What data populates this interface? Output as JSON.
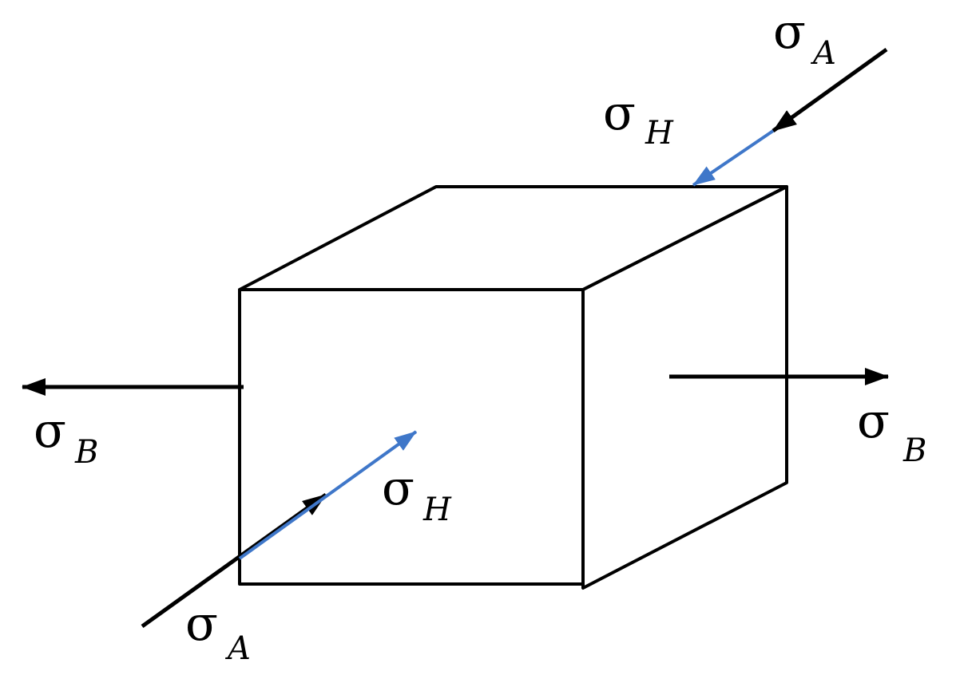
{
  "colors": {
    "line": "#000000",
    "horizontal_stress": "#3f77c9",
    "background": "#ffffff"
  },
  "labels": {
    "sigma_a_top": {
      "symbol": "σ",
      "sub": "A"
    },
    "sigma_h_top": {
      "symbol": "σ",
      "sub": "H"
    },
    "sigma_b_left": {
      "symbol": "σ",
      "sub": "B"
    },
    "sigma_b_right": {
      "symbol": "σ",
      "sub": "B"
    },
    "sigma_h_bottom": {
      "symbol": "σ",
      "sub": "H"
    },
    "sigma_a_bottom": {
      "symbol": "σ",
      "sub": "A"
    }
  }
}
